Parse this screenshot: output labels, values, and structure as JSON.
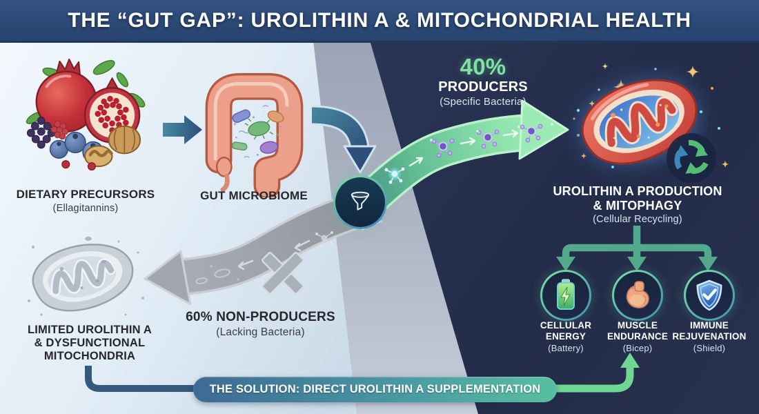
{
  "title": "THE “GUT GAP”: UROLITHIN A & MITOCHONDRIAL HEALTH",
  "left_flow": {
    "dietary_label": "DIETARY PRECURSORS",
    "dietary_sub": "(Ellagitannins)",
    "gut_label": "GUT MICROBIOME"
  },
  "producers_path": {
    "percent": "40%",
    "label": "PRODUCERS",
    "sub": "(Specific Bacteria)"
  },
  "nonproducers_path": {
    "label": "60% NON-PRODUCERS",
    "sub": "(Lacking Bacteria)"
  },
  "mitophagy": {
    "label_line1": "UROLITHIN A PRODUCTION",
    "label_line2": "& MITOPHAGY",
    "sub": "(Cellular Recycling)"
  },
  "limited": {
    "line1": "LIMITED UROLITHIN A",
    "line2": "& DYSFUNCTIONAL",
    "line3": "MITOCHONDRIA"
  },
  "benefits": [
    {
      "line1": "CELLULAR",
      "line2": "ENERGY",
      "sub": "(Battery)",
      "icon": "battery-icon"
    },
    {
      "line1": "MUSCLE",
      "line2": "ENDURANCE",
      "sub": "(Bicep)",
      "icon": "bicep-icon"
    },
    {
      "line1": "IMMUNE",
      "line2": "REJUVENATION",
      "sub": "(Shield)",
      "icon": "shield-icon"
    }
  ],
  "solution": {
    "label": "THE SOLUTION: DIRECT UROLITHIN A SUPPLEMENTATION"
  },
  "icons": {
    "funnel": "funnel-icon",
    "recycle": "recycle-icon"
  },
  "colors": {
    "title_bar": "#2b4a74",
    "accent_green": "#7de39e",
    "producers_band": "#8fe5ae",
    "nonproducers_band": "#9aa0a8",
    "dark_panel": "#273150",
    "light_panel": "#dfeaf4",
    "banner_start": "#3e6a94",
    "banner_end": "#58bfa0",
    "connector_blue": "#35597d",
    "connector_green": "#6fd693"
  }
}
